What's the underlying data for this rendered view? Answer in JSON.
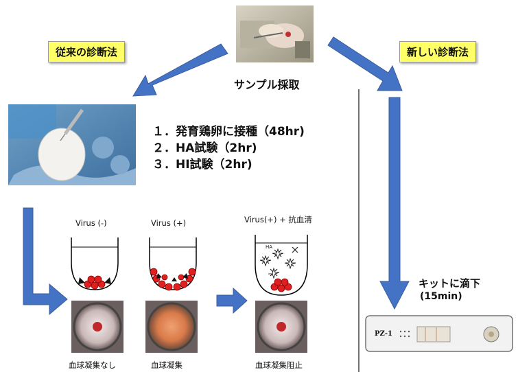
{
  "traditional_label": "従来の診断法",
  "new_label": "新しい診断法",
  "sample_label": "サンプル採取",
  "steps": [
    "１．発育鶏卵に接種（48hr)",
    "２．HA試験（2hr)",
    "３．HI試験（2hr)"
  ],
  "tubes": {
    "neg_label": "Virus (-)",
    "pos_label": "Virus (+)",
    "serum_label": "Virus(+) + 抗血清",
    "ha_label": "HA"
  },
  "results": {
    "no_agg": "血球凝集なし",
    "agg": "血球凝集",
    "inhibit": "血球凝集阻止"
  },
  "kit": {
    "drop_label": "キットに滴下",
    "time_label": "(15min)",
    "strip_label": "PZ-1"
  },
  "colors": {
    "arrow": "#4472c4",
    "label_bg": "#ffff66",
    "rbc": "#e02020"
  }
}
